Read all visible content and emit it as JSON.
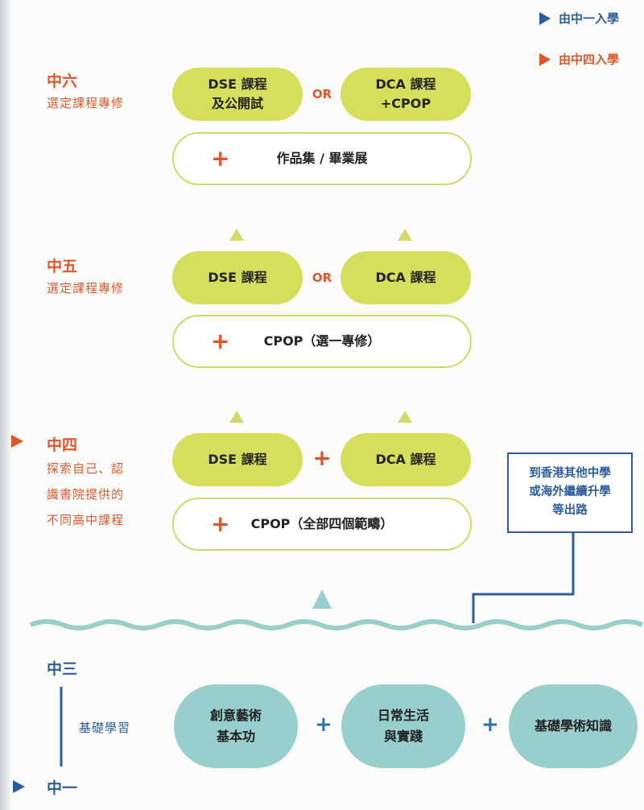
{
  "legend": {
    "from_f1": "由中一入學",
    "from_f4": "由中四入學"
  },
  "colors": {
    "orange": "#e0562c",
    "blue": "#2d5d9a",
    "lime": "#d7de5b",
    "teal": "#98cfcd"
  },
  "f6": {
    "grade": "中六",
    "subtitle": "選定課程專修",
    "left_line1": "DSE 課程",
    "left_line2": "及公開試",
    "op": "OR",
    "right_line1": "DCA 課程",
    "right_line2": "+CPOP",
    "plus": "+",
    "wide_label": "作品集 / 畢業展"
  },
  "f5": {
    "grade": "中五",
    "subtitle": "選定課程專修",
    "left": "DSE 課程",
    "op": "OR",
    "right": "DCA 課程",
    "plus": "+",
    "wide_label": "CPOP（選一專修）"
  },
  "f4": {
    "grade": "中四",
    "subtitle_lines": [
      "探索自己、認",
      "識書院提供的",
      "不同高中課程"
    ],
    "left": "DSE 課程",
    "op": "+",
    "right": "DCA 課程",
    "plus": "+",
    "wide_label": "CPOP（全部四個範疇）"
  },
  "exit_box": {
    "lines": [
      "到香港其他中學",
      "或海外繼續升學",
      "等出路"
    ]
  },
  "junior": {
    "top_grade": "中三",
    "bottom_grade": "中一",
    "label": "基礎學習",
    "c1_line1": "創意藝術",
    "c1_line2": "基本功",
    "c2_line1": "日常生活",
    "c2_line2": "與實踐",
    "c3": "基礎學術知識",
    "plus": "+"
  }
}
